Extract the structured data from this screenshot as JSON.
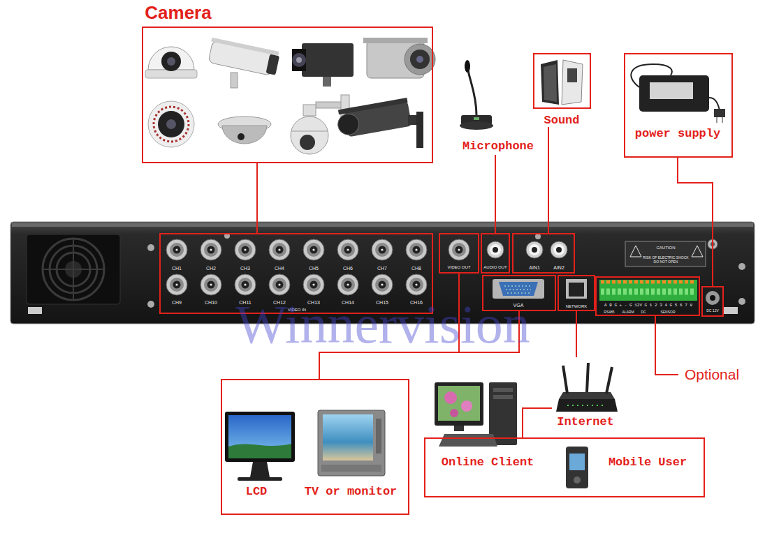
{
  "diagram": {
    "nodes": [
      {
        "text": [
          "Camera"
        ]
      },
      {
        "text": [
          "Microphone"
        ]
      },
      {
        "text": [
          "Sound"
        ]
      },
      {
        "text": [
          "power supply"
        ]
      },
      {
        "text": [
          "CAUTION",
          "RISK OF ELECTRIC SHOCK DO NOT OPEN"
        ]
      },
      {
        "text": [
          "CH1",
          "CH2",
          "CH3",
          "CH4",
          "CH5",
          "CH6",
          "CH7",
          "CH8",
          "CH9",
          "CH10",
          "CH11",
          "CH12",
          "CH13",
          "CH14",
          "CH15",
          "CH16",
          "VIDEO IN"
        ],
        "in": 4
      },
      {
        "text": [
          "VIDEO OUT"
        ],
        "in": 4
      },
      {
        "text": [
          "AUDIO OUT"
        ],
        "in": 4
      },
      {
        "text": [
          "AIN1",
          "AIN2"
        ],
        "in": 4
      },
      {
        "text": [
          "VGA"
        ],
        "in": 4
      },
      {
        "text": [
          "NETWORK"
        ],
        "in": 4
      },
      {
        "text": [
          "A B G + - G 12V G 1 2 3 4 G 5 6 7 8",
          "RS485",
          "ALARM",
          "DC",
          "SENSOR"
        ],
        "in": 4
      },
      {
        "text": [
          "DC 12V"
        ],
        "in": 4
      },
      {
        "text": [
          "LCD",
          "TV or monitor"
        ]
      },
      {
        "text": [
          "Online Client",
          "Mobile User"
        ]
      },
      {
        "text": [
          "Internet"
        ]
      }
    ],
    "edges": [
      {
        "from": 0,
        "to": 5,
        "arrow": "none"
      },
      {
        "from": 1,
        "to": 7,
        "arrow": "none"
      },
      {
        "from": 2,
        "to": 8,
        "arrow": "none"
      },
      {
        "from": 3,
        "to": 12,
        "arrow": "none"
      },
      {
        "from": 6,
        "to": 13,
        "arrow": "none"
      },
      {
        "from": 9,
        "to": 13,
        "arrow": "none"
      },
      {
        "from": 10,
        "to": 15,
        "arrow": "none"
      },
      {
        "from": 15,
        "to": 14,
        "arrow": "none"
      }
    ],
    "labels": [
      "Winnervision",
      "Optional"
    ]
  }
}
